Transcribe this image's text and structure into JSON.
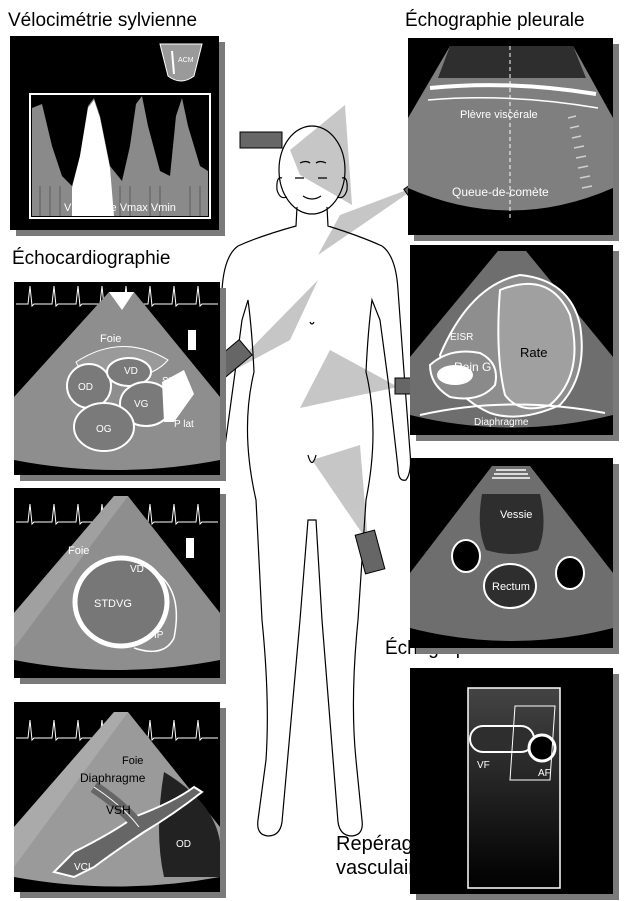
{
  "headings": {
    "velocimetrie": "Vélocimétrie sylvienne",
    "pleurale": "Échographie pleurale",
    "echocardiographie": "Échocardiographie",
    "abdominale": "Échographie abdominale",
    "reperage_line1": "Repérage",
    "reperage_line2": "vasculaire"
  },
  "velocimetry": {
    "icon_label": "ACM",
    "caption": "Vmoyenne Vmax Vmin"
  },
  "pleural": {
    "label_plevre": "Plèvre viscérale",
    "label_queue": "Queue-de-comète"
  },
  "cardio1": {
    "foie": "Foie",
    "vd": "VD",
    "od": "OD",
    "siv": "SIV",
    "vg": "VG",
    "og": "OG",
    "plat": "P lat"
  },
  "cardio2": {
    "foie": "Foie",
    "vd": "VD",
    "stdvg": "STDVG",
    "ip": "IP"
  },
  "cardio3": {
    "foie": "Foie",
    "diaphragme": "Diaphragme",
    "vsh": "VSH",
    "od": "OD",
    "vci": "VCI"
  },
  "spleen": {
    "eisr": "EISR",
    "rate": "Rate",
    "rein": "Rein G",
    "diaphragme": "Diaphragme"
  },
  "pelvic": {
    "vessie": "Vessie",
    "rectum": "Rectum"
  },
  "vascular": {
    "vf": "VF",
    "af": "AF"
  }
}
